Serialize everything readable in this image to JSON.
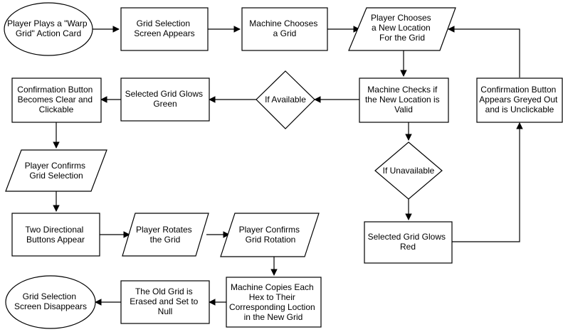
{
  "nodes": {
    "start": [
      "Player Plays a \"Warp",
      "Grid\" Action Card"
    ],
    "grid_select": [
      "Grid Selection",
      "Screen Appears"
    ],
    "machine_choose": [
      "Machine Chooses",
      "a Grid"
    ],
    "player_choose": [
      "Player Chooses",
      "a New Location",
      "For the Grid"
    ],
    "check_valid": [
      "Machine Checks if",
      "the New Location is",
      "Valid"
    ],
    "if_available": [
      "If Available"
    ],
    "glow_green": [
      "Selected Grid Glows",
      "Green"
    ],
    "confirm_clear": [
      "Confirmation Button",
      "Becomes Clear and",
      "Clickable"
    ],
    "if_unavailable": [
      "If Unavailable"
    ],
    "glow_red": [
      "Selected Grid Glows",
      "Red"
    ],
    "confirm_grey": [
      "Confirmation Button",
      "Appears Greyed Out",
      "and is Unclickable"
    ],
    "confirm_selection": [
      "Player Confirms",
      "Grid Selection"
    ],
    "dir_buttons": [
      "Two Directional",
      "Buttons Appear"
    ],
    "rotate": [
      "Player Rotates",
      "the Grid"
    ],
    "confirm_rotation": [
      "Player Confirms",
      "Grid Rotation"
    ],
    "copy_hex": [
      "Machine Copies Each",
      "Hex to Their",
      "Corresponding Loction",
      "in the New Grid"
    ],
    "erase_old": [
      "The Old Grid is",
      "Erased and Set to",
      "Null"
    ],
    "end": [
      "Grid Selection",
      "Screen Disappears"
    ]
  }
}
